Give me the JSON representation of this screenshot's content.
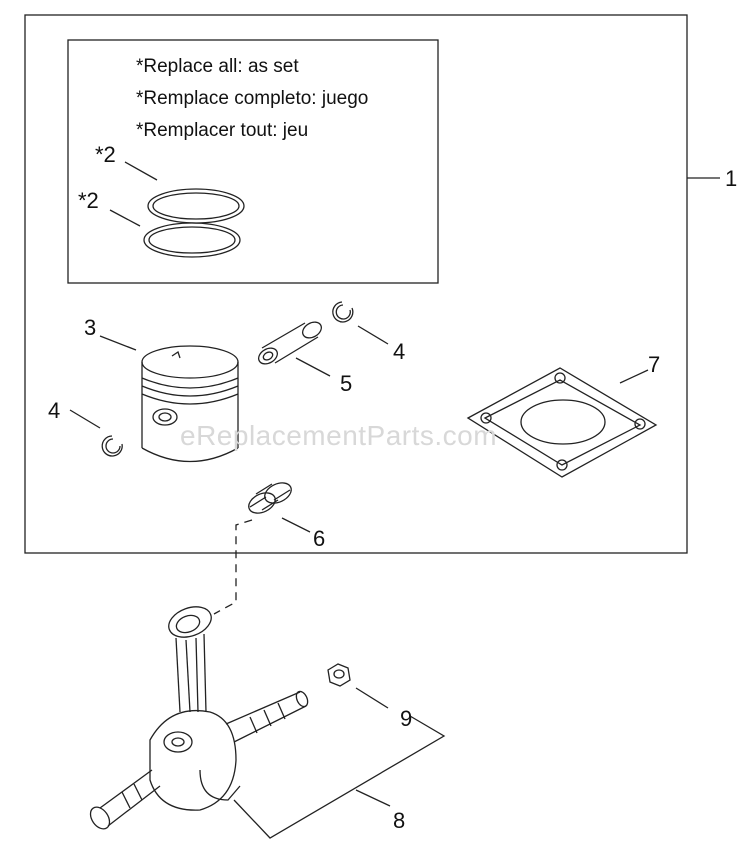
{
  "notes": {
    "line1": "*Replace all: as set",
    "line2": "*Remplace completo: juego",
    "line3": "*Remplacer tout: jeu"
  },
  "labels": {
    "kit": "1",
    "ring_upper": "*2",
    "ring_lower": "*2",
    "piston": "3",
    "clip_right": "4",
    "clip_left": "4",
    "pin": "5",
    "bearing": "6",
    "gasket": "7",
    "crankshaft": "8",
    "nut": "9"
  },
  "watermark": "eReplacementParts.com"
}
